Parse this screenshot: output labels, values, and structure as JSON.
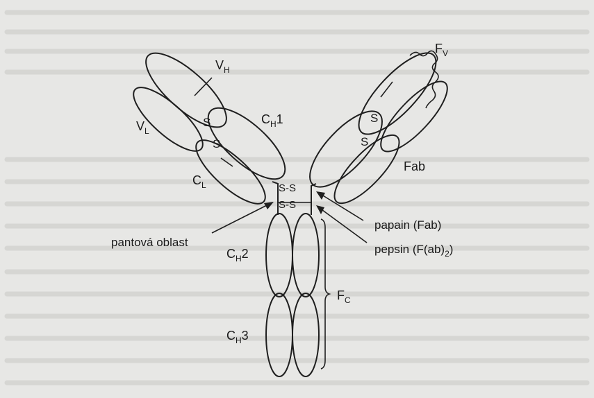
{
  "labels": {
    "vh": "V",
    "vh_sub": "H",
    "vl": "V",
    "vl_sub": "L",
    "ch1": "C",
    "ch1_sub": "H",
    "ch1_tail": "1",
    "cl": "C",
    "cl_sub": "L",
    "fv": "F",
    "fv_sub": "V",
    "fab": "Fab",
    "ch2": "C",
    "ch2_sub": "H",
    "ch2_tail": "2",
    "ch3": "C",
    "ch3_sub": "H",
    "ch3_tail": "3",
    "fc": "F",
    "fc_sub": "C",
    "hinge": "pantová oblast",
    "papain": "papain (Fab)",
    "pepsin_pre": "pepsin (F(ab)",
    "pepsin_sub": "2",
    "pepsin_post": ")",
    "disulfide": "S",
    "hinge_ss": "S-S"
  },
  "colors": {
    "background": "#e7e7e5",
    "ink": "#1f1f1f"
  }
}
